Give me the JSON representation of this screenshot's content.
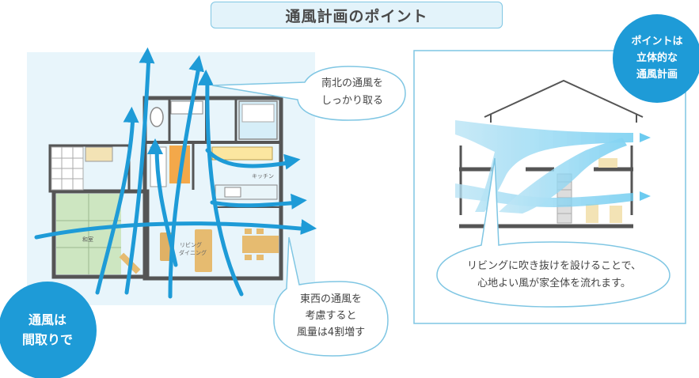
{
  "title": "通風計画のポイント",
  "left_badge": {
    "lines": [
      "通風は",
      "間取りで"
    ]
  },
  "right_badge": {
    "lines": [
      "ポイントは",
      "立体的な",
      "通風計画"
    ]
  },
  "bubble_north_south": {
    "lines": [
      "南北の通風を",
      "しっかり取る"
    ]
  },
  "bubble_east_west": {
    "lines": [
      "東西の通風を",
      "考慮すると",
      "風量は4割増す"
    ]
  },
  "bubble_section": {
    "lines": [
      "リビングに吹き抜けを設けることで、",
      "心地よい風が家全体を流れます。"
    ]
  },
  "floorplan_labels": {
    "kitchen": "キッチン",
    "japanese_room": "和室",
    "living_1": "リビング",
    "living_2": "ダイニング"
  },
  "colors": {
    "accent": "#1e9bd7",
    "arrow": "#1e9bd7",
    "panel_bg": "#e8f5fb",
    "tatami": "#cde6c1",
    "wood": "#e9c57b"
  }
}
